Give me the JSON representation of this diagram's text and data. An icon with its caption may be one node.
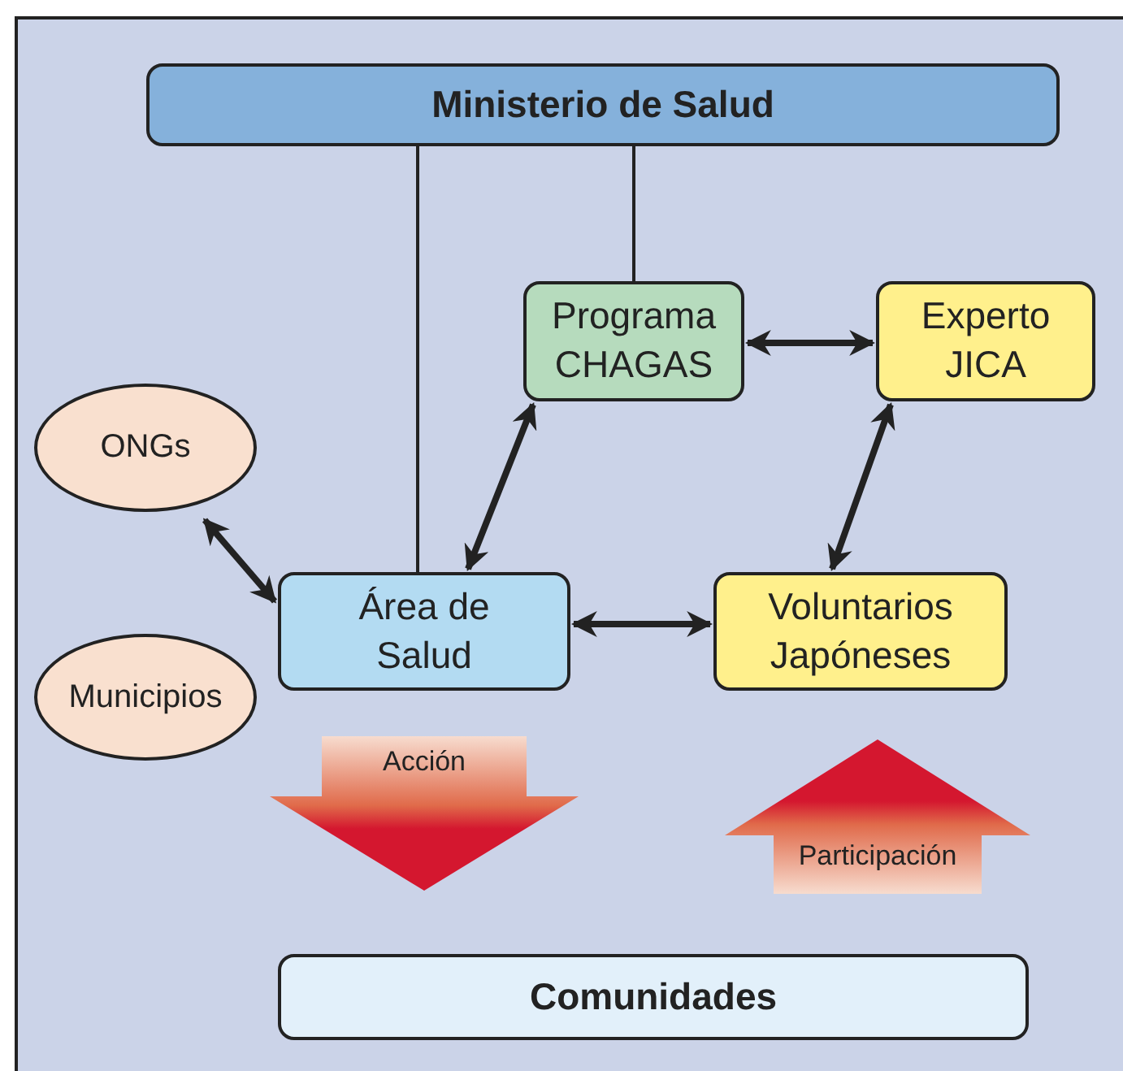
{
  "diagram": {
    "nodes": [
      {
        "text": [
          "Ministerio de Salud"
        ]
      },
      {
        "text": [
          "Programa CHAGAS"
        ]
      },
      {
        "text": [
          "Experto JICA"
        ]
      },
      {
        "text": [
          "ONGs"
        ]
      },
      {
        "text": [
          "Área de Salud"
        ]
      },
      {
        "text": [
          "Voluntarios Japóneses"
        ]
      },
      {
        "text": [
          "Municipios"
        ]
      },
      {
        "text": [
          "Comunidades"
        ]
      }
    ],
    "edges": [
      {
        "from": 0,
        "to": 4,
        "arrow": "none"
      },
      {
        "from": 0,
        "to": 1,
        "arrow": "none"
      },
      {
        "from": 1,
        "to": 2,
        "arrow": "both"
      },
      {
        "from": 4,
        "to": 1,
        "arrow": "both"
      },
      {
        "from": 5,
        "to": 2,
        "arrow": "both"
      },
      {
        "from": 3,
        "to": 4,
        "arrow": "both"
      },
      {
        "from": 4,
        "to": 5,
        "arrow": "both"
      },
      {
        "from": 4,
        "to": 7,
        "arrow": "to",
        "label": "Acción",
        "style": "thick",
        "color": "#d4172f"
      },
      {
        "from": 7,
        "to": 5,
        "arrow": "to",
        "label": "Participación",
        "style": "thick",
        "color": "#d4172f"
      }
    ]
  }
}
